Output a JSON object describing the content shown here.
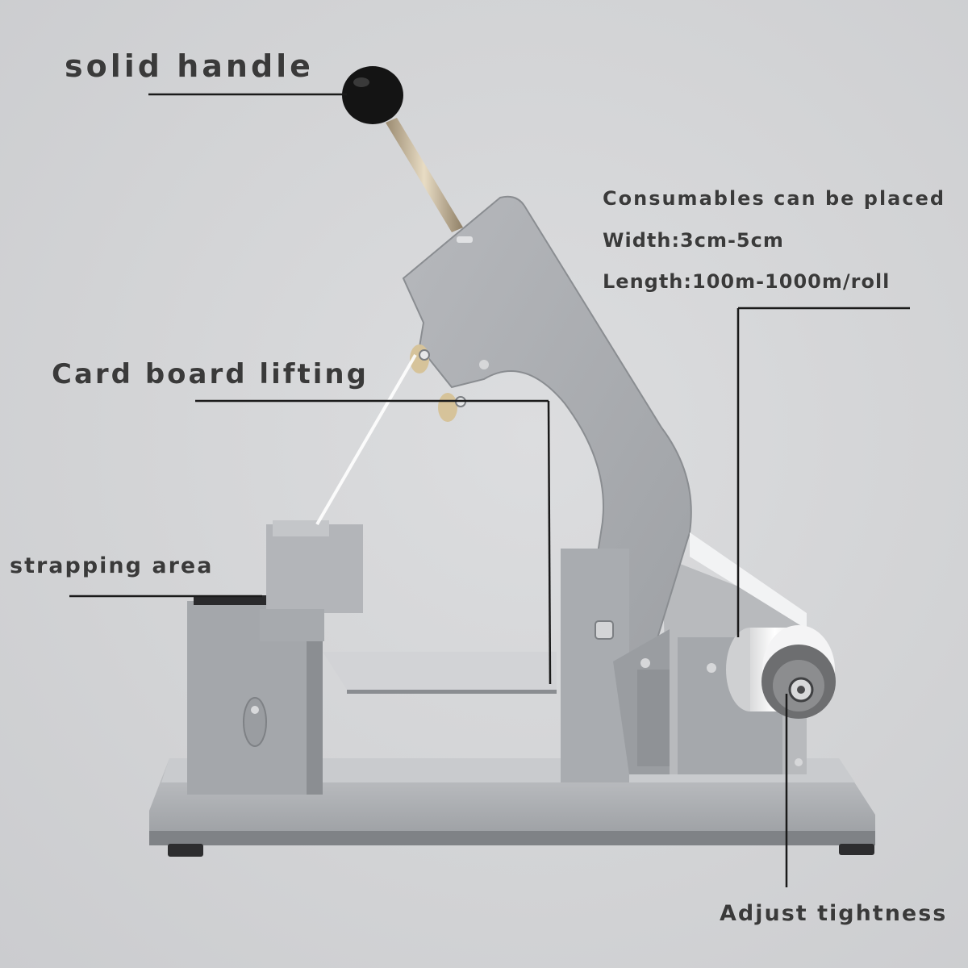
{
  "labels": {
    "solid_handle": "solid handle",
    "card_board_lifting": "Card board lifting",
    "strapping_area": "strapping area",
    "consumables": "Consumables can be placed",
    "width": "Width:3cm-5cm",
    "length": "Length:100m-1000m/roll",
    "adjust_tightness": "Adjust tightness"
  },
  "colors": {
    "background": "#d3d4d6",
    "machine_body": "#a9acb0",
    "label_text": "#3a3a3a",
    "leader_line": "#1a1a1a"
  }
}
